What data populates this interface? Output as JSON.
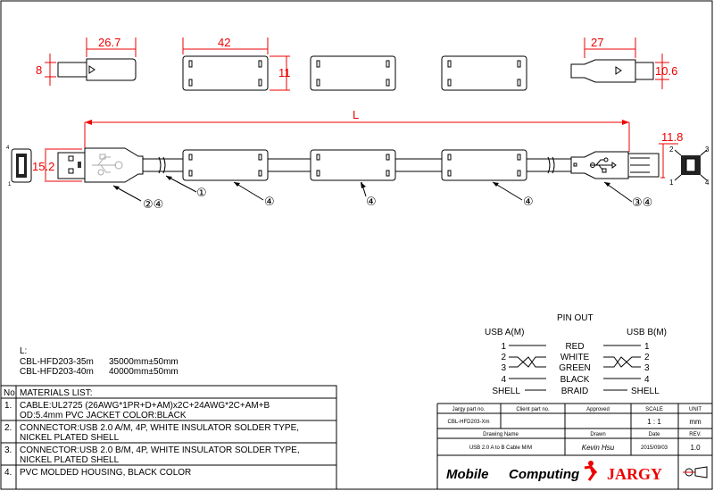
{
  "dimensions": {
    "a_plug_length": "26.7",
    "a_plug_thickness": "8",
    "ferrite_length": "42",
    "ferrite_height": "11",
    "b_plug_length": "27",
    "b_plug_thickness": "10.6",
    "overall_length": "L",
    "a_plug_width": "15.2",
    "b_plug_width": "11.8"
  },
  "callouts": {
    "a_plug": "②④",
    "cable": "①",
    "ferrite_1": "④",
    "ferrite_2": "④",
    "ferrite_3": "④",
    "b_plug": "③④"
  },
  "pin_labels": {
    "a_top": "4",
    "a_bottom": "1",
    "b_1": "1",
    "b_2": "2",
    "b_3": "3",
    "b_4": "4"
  },
  "lengths": {
    "title": "L:",
    "rows": [
      {
        "part": "CBL-HFD203-35m",
        "length": "35000mm±50mm"
      },
      {
        "part": "CBL-HFD203-40m",
        "length": "40000mm±50mm"
      }
    ]
  },
  "materials": {
    "no_header": "No",
    "title": "MATERIALS LIST:",
    "items": [
      {
        "no": "1.",
        "line1": "CABLE:UL2725 (26AWG*1PR+D+AM)x2C+24AWG*2C+AM+B",
        "line2": "OD:5.4mm  PVC JACKET COLOR:BLACK"
      },
      {
        "no": "2.",
        "line1": "CONNECTOR:USB 2.0 A/M, 4P, WHITE INSULATOR SOLDER TYPE,",
        "line2": "NICKEL PLATED SHELL"
      },
      {
        "no": "3.",
        "line1": "CONNECTOR:USB 2.0 B/M, 4P, WHITE INSULATOR SOLDER TYPE,",
        "line2": "NICKEL PLATED SHELL"
      },
      {
        "no": "4.",
        "line1": "PVC MOLDED HOUSING, BLACK COLOR",
        "line2": ""
      }
    ]
  },
  "pinout": {
    "title": "PIN OUT",
    "left_header": "USB A(M)",
    "right_header": "USB B(M)",
    "rows": [
      {
        "left": "1",
        "color": "RED",
        "right": "1"
      },
      {
        "left": "2",
        "color": "WHITE",
        "right": "2"
      },
      {
        "left": "3",
        "color": "GREEN",
        "right": "3"
      },
      {
        "left": "4",
        "color": "BLACK",
        "right": "4"
      },
      {
        "left": "SHELL",
        "color": "BRAID",
        "right": "SHELL"
      }
    ]
  },
  "title_block": {
    "jargy_part_label": "Jargy part no.",
    "client_part_label": "Client part no.",
    "approved_label": "Approved",
    "scale_label": "SCALE",
    "unit_label": "UNIT",
    "jargy_part": "CBL-HFD203-Xm",
    "client_part": "",
    "approved": "",
    "scale": "1 : 1",
    "unit": "mm",
    "drawing_name_label": "Drawing Name",
    "drawn_label": "Drawn",
    "date_label": "Date",
    "rev_label": "REV.",
    "drawing_name": "USB 2.0 A to B Cable M/M",
    "drawn": "Kevin Hsu",
    "date": "2015/09/03",
    "rev": "1.0",
    "logo_mobile": "Mobile",
    "logo_computing": "Computing",
    "logo_jargy": "JARGY"
  },
  "colors": {
    "dimension": "#e00000",
    "logo_red": "#e00000"
  }
}
